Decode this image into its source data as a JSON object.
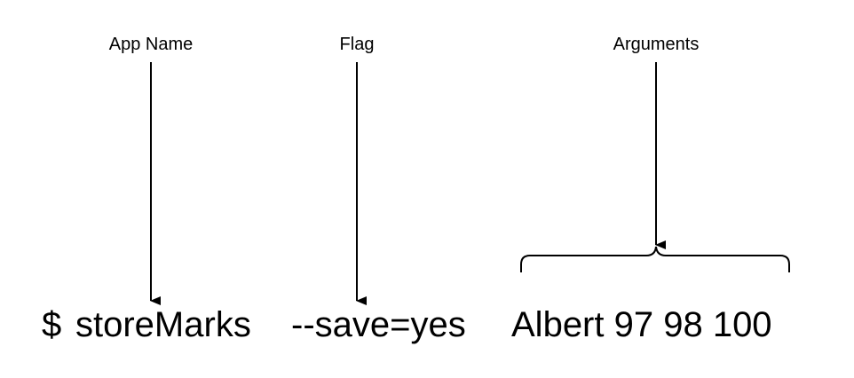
{
  "labels": {
    "app_name": "App Name",
    "flag": "Flag",
    "arguments": "Arguments"
  },
  "command": {
    "prompt": "$",
    "app": "storeMarks",
    "flag": "--save=yes",
    "arguments": "Albert 97 98 100"
  }
}
